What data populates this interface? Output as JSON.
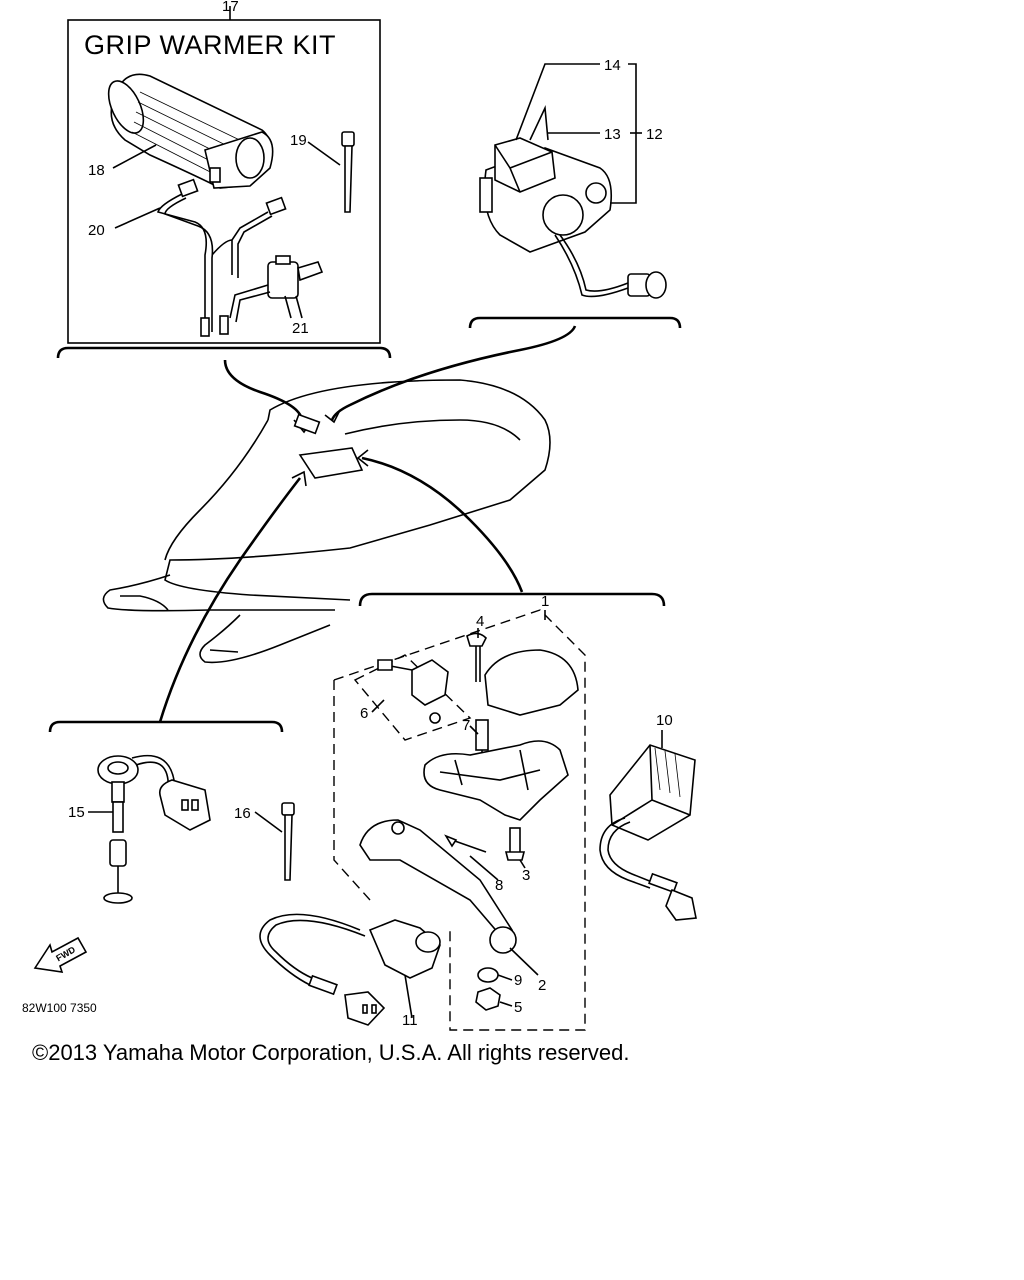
{
  "kit_title": "GRIP WARMER KIT",
  "drawing_code": "82W100 7350",
  "forward_label": "FWD",
  "copyright": "©2013 Yamaha Motor Corporation, U.S.A. All rights reserved.",
  "callouts": {
    "c1": "1",
    "c2": "2",
    "c3": "3",
    "c4": "4",
    "c5": "5",
    "c6": "6",
    "c7": "7",
    "c8": "8",
    "c9": "9",
    "c10": "10",
    "c11": "11",
    "c12": "12",
    "c13": "13",
    "c14": "14",
    "c15": "15",
    "c16": "16",
    "c17": "17",
    "c18": "18",
    "c19": "19",
    "c20": "20",
    "c21": "21"
  }
}
